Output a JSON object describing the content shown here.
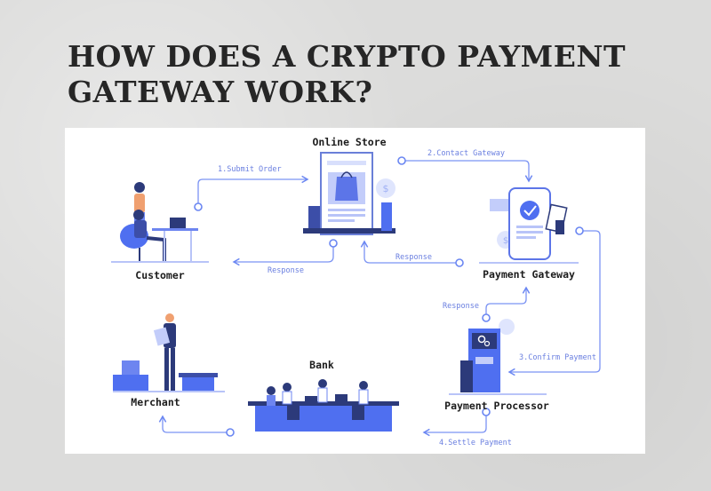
{
  "title": {
    "line1": "HOW DOES A CRYPTO PAYMENT",
    "line2": "GATEWAY WORK?"
  },
  "diagram": {
    "nodes": {
      "online_store": "Online Store",
      "customer": "Customer",
      "payment_gateway": "Payment Gateway",
      "payment_processor": "Payment Processor",
      "bank": "Bank",
      "merchant": "Merchant"
    },
    "edges": {
      "submit_order": "1.Submit Order",
      "contact_gateway": "2.Contact Gateway",
      "response_store_to_customer": "Response",
      "response_gateway_to_store": "Response",
      "response_processor_to_gateway": "Response",
      "confirm_payment": "3.Confirm Payment",
      "settle_payment": "4.Settle Payment"
    },
    "colors": {
      "accent": "#4f6ff0",
      "line": "#6a86f2",
      "light": "#c9d3fb",
      "dark": "#2c3a7a"
    }
  }
}
